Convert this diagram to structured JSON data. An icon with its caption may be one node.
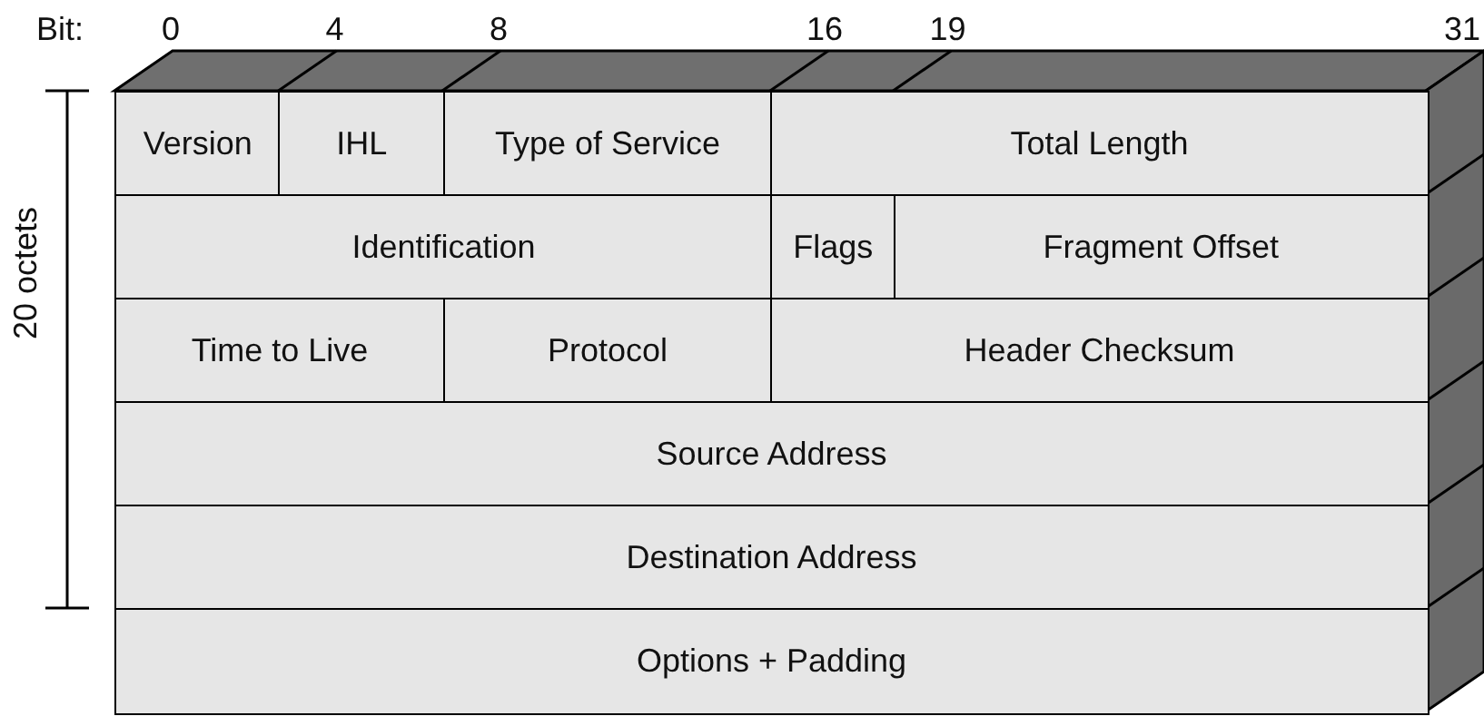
{
  "diagram": {
    "nodes": [
      {
        "text": [
          "Version"
        ]
      },
      {
        "text": [
          "IHL"
        ]
      },
      {
        "text": [
          "Type of Service"
        ]
      },
      {
        "text": [
          "Total Length"
        ]
      },
      {
        "text": [
          "Identification"
        ]
      },
      {
        "text": [
          "Flags"
        ]
      },
      {
        "text": [
          "Fragment Offset"
        ]
      },
      {
        "text": [
          "Time to Live"
        ]
      },
      {
        "text": [
          "Protocol"
        ]
      },
      {
        "text": [
          "Header Checksum"
        ]
      },
      {
        "text": [
          "Source Address"
        ]
      },
      {
        "text": [
          "Destination Address"
        ]
      },
      {
        "text": [
          "Options + Padding"
        ]
      }
    ],
    "labels": [
      "Bit:",
      "0",
      "4",
      "8",
      "16",
      "19",
      "31",
      "20 octets"
    ]
  }
}
